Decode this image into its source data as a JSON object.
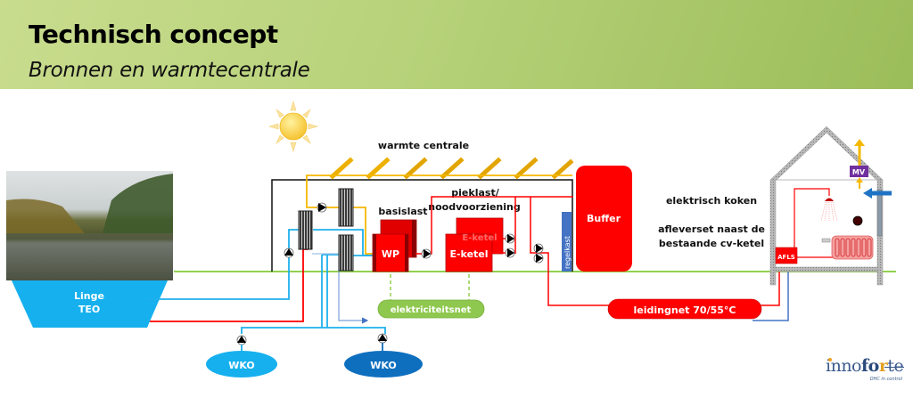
{
  "header": {
    "title": "Technisch concept",
    "subtitle": "Bronnen en warmtecentrale"
  },
  "diagram": {
    "source": {
      "name": "Linge",
      "type": "TEO",
      "photo": "river-landscape"
    },
    "central": {
      "label": "warmte centrale"
    },
    "basislast": {
      "label": "basislast",
      "unit": "WP"
    },
    "pieklast": {
      "label_line1": "pieklast/",
      "label_line2": "noodvoorziening",
      "unit": "E-ketel",
      "unit_back": "E-ketel"
    },
    "regelkast": "regelkast",
    "buffer": "Buffer",
    "elektriciteitsnet": "elektriciteitsnet",
    "leidingnet": "leidingnet 70/55°C",
    "wko": [
      "WKO",
      "WKO"
    ],
    "house_notes": [
      "elektrisch koken",
      "afleverset naast de",
      "bestaande cv-ketel"
    ],
    "house": {
      "afls": "AFLS",
      "mv": "MV"
    },
    "colors": {
      "hot": "#ff0000",
      "cold": "#1fb0ec",
      "solar": "#f5b800",
      "ground": "#92d050",
      "wko_light": "#16b0ee",
      "wko_dark": "#0f6fbf",
      "regelkast": "#4472c4",
      "mv": "#7030a0"
    }
  },
  "logo": {
    "name": "innoforte",
    "part1": "inno",
    "part2": "fo",
    "part3": "r",
    "part4": "te",
    "tagline": "DHC in control"
  }
}
